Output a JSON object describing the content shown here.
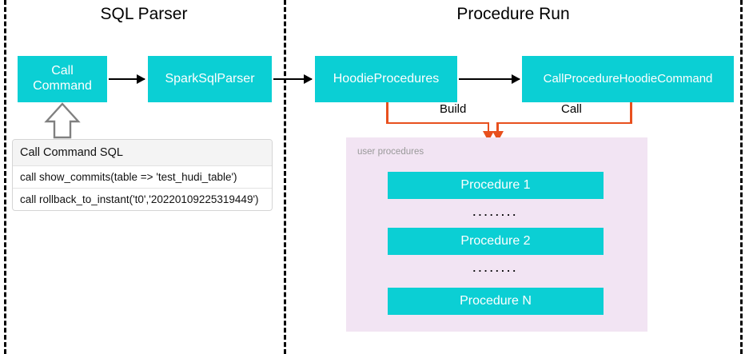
{
  "diagram": {
    "title_left": "SQL Parser",
    "title_right": "Procedure Run",
    "colors": {
      "box_fill": "#0bcfd4",
      "box_text": "#ffffff",
      "panel_fill": "#f2e4f3",
      "connector_orange": "#e8501e",
      "arrow_black": "#000000",
      "separator": "#000000",
      "table_header_fill": "#f4f4f4"
    }
  },
  "left_panel": {
    "nodes": [
      {
        "id": "call-command",
        "label_line1": "Call",
        "label_line2": "Command"
      },
      {
        "id": "spark-sql-parser",
        "label": "SparkSqlParser"
      }
    ],
    "sql_table": {
      "header": "Call Command SQL",
      "rows": [
        "call show_commits(table => 'test_hudi_table')",
        "call rollback_to_instant('t0','20220109225319449')"
      ]
    }
  },
  "right_panel": {
    "nodes": [
      {
        "id": "hoodie-procedures",
        "label": "HoodieProcedures"
      },
      {
        "id": "call-procedure-hoodie-command",
        "label": "CallProcedureHoodieCommand"
      }
    ],
    "edge_labels": {
      "build": "Build",
      "call": "Call"
    },
    "procedures_panel": {
      "label": "user procedures",
      "items": [
        {
          "type": "procedure",
          "label": "Procedure 1"
        },
        {
          "type": "ellipsis",
          "label": "........"
        },
        {
          "type": "procedure",
          "label": "Procedure 2"
        },
        {
          "type": "ellipsis",
          "label": "........"
        },
        {
          "type": "procedure",
          "label": "Procedure N"
        }
      ]
    }
  }
}
